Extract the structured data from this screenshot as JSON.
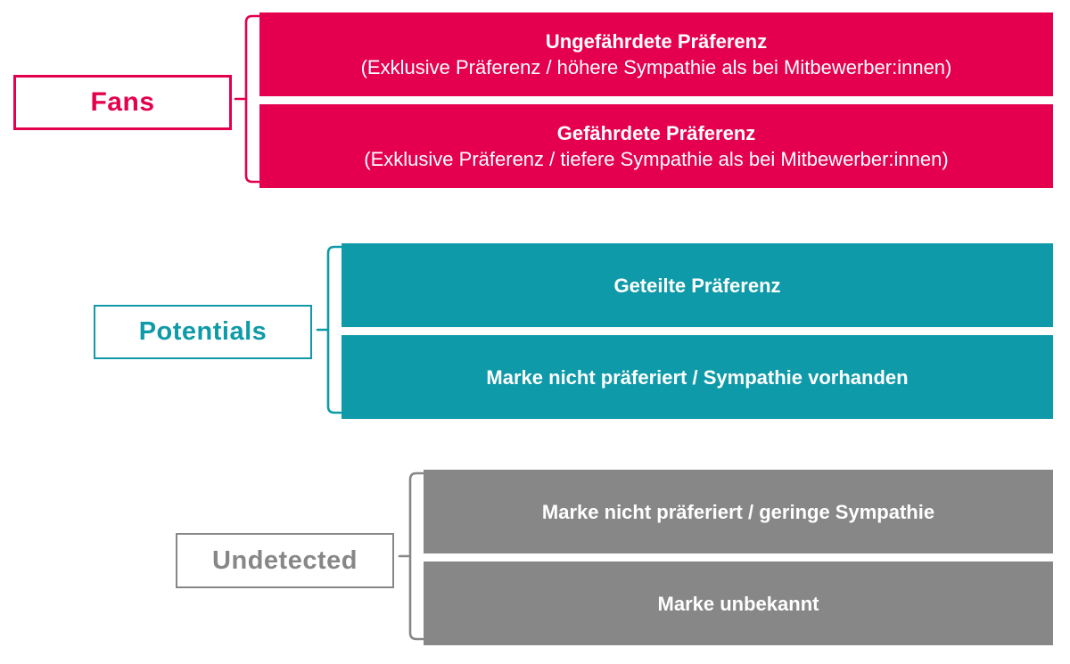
{
  "page": {
    "background": "#ffffff"
  },
  "diagram": {
    "description": "Brand preference segmentation diagram with three bracketed groups",
    "groups": [
      {
        "label": "Fans",
        "color": "#e4004e",
        "bars": [
          {
            "title": "Ungefährdete Präferenz",
            "subtitle": "(Exklusive Präferenz / höhere Sympathie als bei Mitbewerber:innen)"
          },
          {
            "title": "Gefährdete Präferenz",
            "subtitle": "(Exklusive Präferenz / tiefere Sympathie als bei Mitbewerber:innen)"
          }
        ]
      },
      {
        "label": "Potentials",
        "color": "#0e9aa8",
        "bars": [
          {
            "title": "Geteilte Präferenz"
          },
          {
            "title": "Marke nicht präferiert / Sympathie vorhanden"
          }
        ]
      },
      {
        "label": "Undetected",
        "color": "#878787",
        "bars": [
          {
            "title": "Marke nicht präferiert / geringe Sympathie"
          },
          {
            "title": "Marke unbekannt"
          }
        ]
      }
    ]
  }
}
